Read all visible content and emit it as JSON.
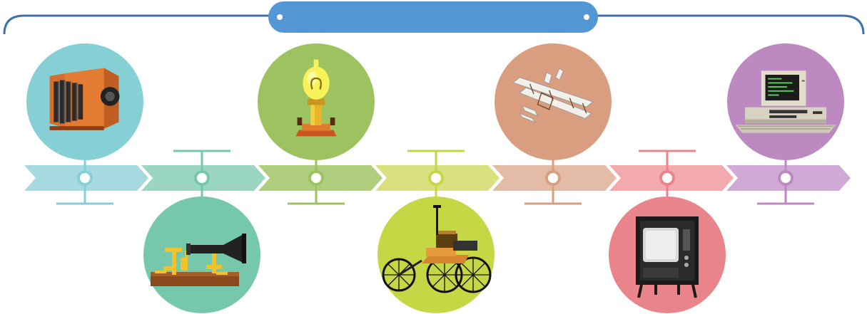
{
  "banner": {
    "title": "",
    "color": "#5398d4",
    "bracket_color": "#3a72ad"
  },
  "timeline": {
    "milestones": [
      {
        "id": "camera",
        "icon": "camera-icon",
        "circle_position": "above",
        "circle_color": "#86cfd5",
        "arrow_color": "#a7d9e1",
        "stem_color": "#86cfd5"
      },
      {
        "id": "telephone",
        "icon": "telephone-icon",
        "circle_position": "below",
        "circle_color": "#76c8ad",
        "arrow_color": "#9ad6c3",
        "stem_color": "#76c8ad"
      },
      {
        "id": "light-bulb",
        "icon": "light-bulb-icon",
        "circle_position": "above",
        "circle_color": "#9cc35f",
        "arrow_color": "#afcf7f",
        "stem_color": "#9cc35f"
      },
      {
        "id": "automobile",
        "icon": "motor-car-icon",
        "circle_position": "below",
        "circle_color": "#c6d745",
        "arrow_color": "#d9e17f",
        "stem_color": "#c6d745"
      },
      {
        "id": "airplane",
        "icon": "biplane-icon",
        "circle_position": "above",
        "circle_color": "#d99e80",
        "arrow_color": "#e4bba6",
        "stem_color": "#d99e80"
      },
      {
        "id": "television",
        "icon": "television-icon",
        "circle_position": "below",
        "circle_color": "#e9848b",
        "arrow_color": "#f2aaaf",
        "stem_color": "#e9848b"
      },
      {
        "id": "computer",
        "icon": "personal-computer-icon",
        "circle_position": "above",
        "circle_color": "#bc89c0",
        "arrow_color": "#d1a9d7",
        "stem_color": "#bc89c0"
      }
    ]
  }
}
